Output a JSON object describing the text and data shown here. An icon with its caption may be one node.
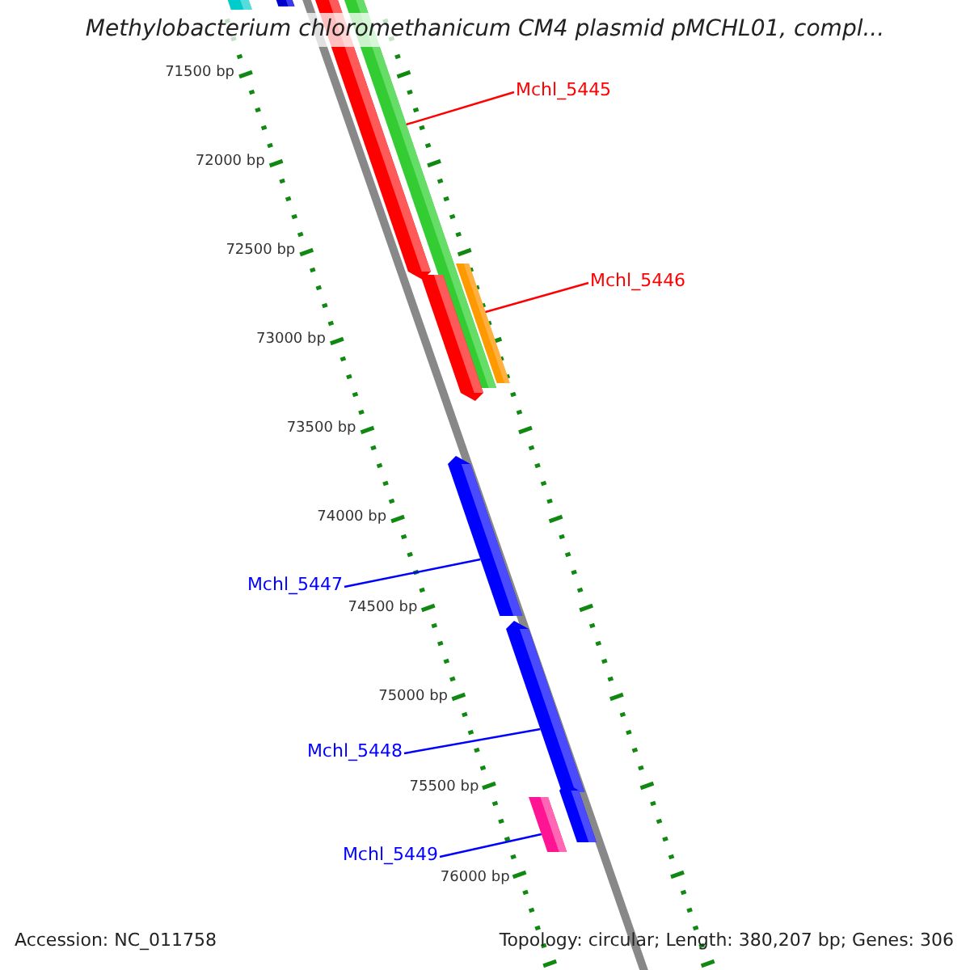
{
  "diagram": {
    "title": "Methylobacterium chloromethanicum CM4 plasmid pMCHL01, compl...",
    "nodes": [
      {
        "text": [
          "Mchl_5445"
        ]
      },
      {
        "text": [
          "Mchl_5446"
        ]
      },
      {
        "text": [
          "Mchl_5447"
        ]
      },
      {
        "text": [
          "Mchl_5448"
        ]
      },
      {
        "text": [
          "Mchl_5449"
        ]
      },
      {
        "text": [],
        "shape": "bar"
      },
      {
        "text": [],
        "shape": "bar"
      },
      {
        "text": [],
        "shape": "bar"
      },
      {
        "text": [],
        "shape": "bar"
      },
      {
        "text": [],
        "shape": "bar"
      },
      {
        "text": [],
        "shape": "bar"
      },
      {
        "text": [],
        "shape": "bar"
      },
      {
        "text": [],
        "shape": "bar"
      },
      {
        "text": [],
        "shape": "bar"
      },
      {
        "text": [],
        "shape": "bar"
      }
    ],
    "edges": [
      {
        "from": 0,
        "to": 8,
        "arrow": "none",
        "color": "#ff0000"
      },
      {
        "from": 1,
        "to": 10,
        "arrow": "none",
        "color": "#ff0000"
      },
      {
        "from": 2,
        "to": 11,
        "arrow": "none",
        "color": "#0000ff"
      },
      {
        "from": 3,
        "to": 12,
        "arrow": "none",
        "color": "#0000ff"
      },
      {
        "from": 4,
        "to": 13,
        "arrow": "none",
        "color": "#0000ff"
      }
    ],
    "labels": [
      "71500 bp",
      "72000 bp",
      "72500 bp",
      "73000 bp",
      "73500 bp",
      "74000 bp",
      "74500 bp",
      "75000 bp",
      "75500 bp",
      "76000 bp",
      "Accession: NC_011758",
      "Topology: circular; Length: 380,207 bp; Genes: 306"
    ]
  }
}
